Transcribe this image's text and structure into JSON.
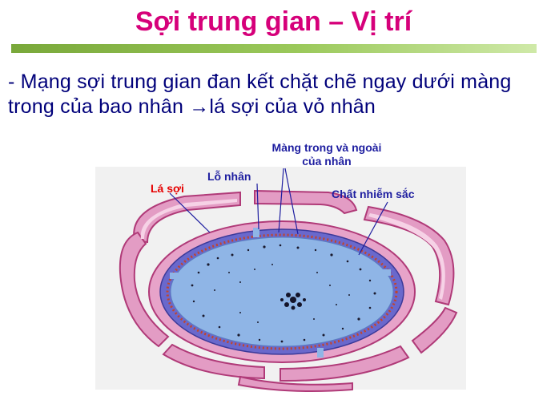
{
  "slide": {
    "title": "Sợi trung gian – Vị trí",
    "bullet": "- Mạng sợi trung gian đan kết chặt chẽ ngay dưới màng trong của bao nhân →lá sợi của vỏ nhân"
  },
  "figure": {
    "labels": {
      "membranes_line1": "Màng trong và ngoài",
      "membranes_line2": "của nhân",
      "pore": "Lỗ nhân",
      "lamina": "Lá sợi",
      "chromatin": "Chất nhiễm sắc"
    },
    "colors": {
      "title": "#d6007a",
      "text": "#00007a",
      "label": "#1e1ea0",
      "lamina_label": "#e60000",
      "nucleoplasm": "#8fb5e6",
      "er_pink": "#e39cc4",
      "er_outline": "#b03a78",
      "inner_membrane": "#6a68cc"
    }
  }
}
